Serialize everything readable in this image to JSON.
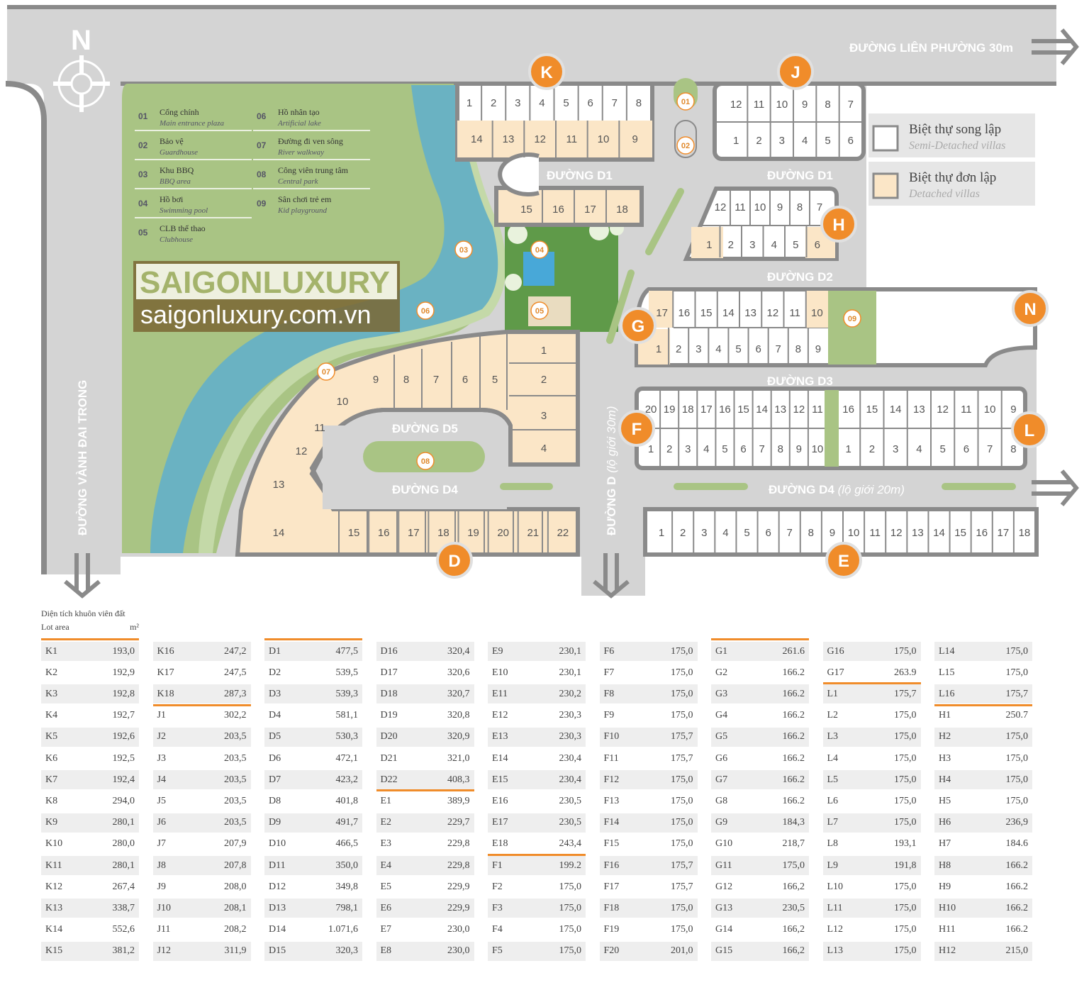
{
  "north_label": "N",
  "roads": {
    "top": "ĐƯỜNG LIÊN PHƯỜNG 30m",
    "left": "ĐƯỜNG VÀNH ĐAI TRONG",
    "d_main": "ĐƯỜNG D",
    "d_main_note": "(lộ giới 30m)",
    "d1_left": "ĐƯỜNG D1",
    "d1_right": "ĐƯỜNG D1",
    "d2": "ĐƯỜNG D2",
    "d3": "ĐƯỜNG D3",
    "d4_left": "ĐƯỜNG D4",
    "d4_right": "ĐƯỜNG D4",
    "d4_right_note": "(lộ giới 20m)",
    "d5": "ĐƯỜNG D5"
  },
  "watermark": {
    "brand": "SAIGONLUXURY",
    "url": "saigonluxury.com.vn"
  },
  "amenities": [
    {
      "num": "01",
      "vn": "Cổng chính",
      "en": "Main entrance plaza"
    },
    {
      "num": "02",
      "vn": "Bảo vệ",
      "en": "Guardhouse"
    },
    {
      "num": "03",
      "vn": "Khu BBQ",
      "en": "BBQ area"
    },
    {
      "num": "04",
      "vn": "Hồ bơi",
      "en": "Swimming pool"
    },
    {
      "num": "05",
      "vn": "CLB thể thao",
      "en": "Clubhouse"
    },
    {
      "num": "06",
      "vn": "Hồ nhân tạo",
      "en": "Artificial lake"
    },
    {
      "num": "07",
      "vn": "Đường đi ven sông",
      "en": "River walkway"
    },
    {
      "num": "08",
      "vn": "Công viên trung tâm",
      "en": "Central park"
    },
    {
      "num": "09",
      "vn": "Sân chơi trẻ em",
      "en": "Kid playground"
    }
  ],
  "villa_key": {
    "semi": {
      "vn": "Biệt thự song lập",
      "en": "Semi-Detached villas",
      "color": "#ffffff"
    },
    "detached": {
      "vn": "Biệt thự đơn lập",
      "en": "Detached villas",
      "color": "#fbe6c7"
    }
  },
  "blocks": [
    "K",
    "J",
    "H",
    "G",
    "N",
    "F",
    "L",
    "D",
    "E"
  ],
  "colors": {
    "road": "#d4d4d4",
    "outline": "#8a8a8a",
    "lake": "#6ab2c2",
    "park": "#a9c484",
    "orange": "#f08c2a",
    "detached": "#fbe6c7"
  },
  "lot_numbers": {
    "k_top": [
      "1",
      "2",
      "3",
      "4",
      "5",
      "6",
      "7",
      "8"
    ],
    "k_mid": [
      "14",
      "13",
      "12",
      "11",
      "10",
      "9"
    ],
    "k_low": [
      "15",
      "16",
      "17",
      "18"
    ],
    "j_top": [
      "12",
      "11",
      "10",
      "9",
      "8",
      "7"
    ],
    "j_bot": [
      "1",
      "2",
      "3",
      "4",
      "5",
      "6"
    ],
    "h_top": [
      "12",
      "11",
      "10",
      "9",
      "8",
      "7"
    ],
    "h_bot": [
      "1",
      "2",
      "3",
      "4",
      "5",
      "6"
    ],
    "g_top": [
      "17",
      "16",
      "15",
      "14",
      "13",
      "12",
      "11",
      "10"
    ],
    "g_bot": [
      "1",
      "2",
      "3",
      "4",
      "5",
      "6",
      "7",
      "8",
      "9"
    ],
    "f_top": [
      "20",
      "19",
      "18",
      "17",
      "16",
      "15",
      "14",
      "13",
      "12",
      "11"
    ],
    "f_bot": [
      "1",
      "2",
      "3",
      "4",
      "5",
      "6",
      "7",
      "8",
      "9",
      "10"
    ],
    "l_top": [
      "16",
      "15",
      "14",
      "13",
      "12",
      "11",
      "10",
      "9"
    ],
    "l_bot": [
      "1",
      "2",
      "3",
      "4",
      "5",
      "6",
      "7",
      "8"
    ],
    "d_bot": [
      "15",
      "16",
      "17",
      "18",
      "19",
      "20",
      "21",
      "22"
    ],
    "d_mid": [
      "9",
      "8",
      "7",
      "6",
      "5"
    ],
    "d_right": [
      "1",
      "2",
      "3",
      "4"
    ],
    "d_left": [
      "10",
      "11",
      "12",
      "13",
      "14"
    ],
    "e_row": [
      "1",
      "2",
      "3",
      "4",
      "5",
      "6",
      "7",
      "8",
      "9",
      "10",
      "11",
      "12",
      "13",
      "14",
      "15",
      "16",
      "17",
      "18"
    ]
  },
  "area_table": {
    "title": "Diện tích khuôn viên đất",
    "subtitle": "Lot area",
    "unit": "m²",
    "columns": [
      [
        [
          "K1",
          "193,0"
        ],
        [
          "K2",
          "192,9"
        ],
        [
          "K3",
          "192,8"
        ],
        [
          "K4",
          "192,7"
        ],
        [
          "K5",
          "192,6"
        ],
        [
          "K6",
          "192,5"
        ],
        [
          "K7",
          "192,4"
        ],
        [
          "K8",
          "294,0"
        ],
        [
          "K9",
          "280,1"
        ],
        [
          "K10",
          "280,0"
        ],
        [
          "K11",
          "280,1"
        ],
        [
          "K12",
          "267,4"
        ],
        [
          "K13",
          "338,7"
        ],
        [
          "K14",
          "552,6"
        ],
        [
          "K15",
          "381,2"
        ]
      ],
      [
        [
          "K16",
          "247,2"
        ],
        [
          "K17",
          "247,5"
        ],
        [
          "K18",
          "287,3"
        ],
        "|",
        [
          "J1",
          "302,2"
        ],
        [
          "J2",
          "203,5"
        ],
        [
          "J3",
          "203,5"
        ],
        [
          "J4",
          "203,5"
        ],
        [
          "J5",
          "203,5"
        ],
        [
          "J6",
          "203,5"
        ],
        [
          "J7",
          "207,9"
        ],
        [
          "J8",
          "207,8"
        ],
        [
          "J9",
          "208,0"
        ],
        [
          "J10",
          "208,1"
        ],
        [
          "J11",
          "208,2"
        ],
        [
          "J12",
          "311,9"
        ]
      ],
      [
        [
          "D1",
          "477,5"
        ],
        [
          "D2",
          "539,5"
        ],
        [
          "D3",
          "539,3"
        ],
        [
          "D4",
          "581,1"
        ],
        [
          "D5",
          "530,3"
        ],
        [
          "D6",
          "472,1"
        ],
        [
          "D7",
          "423,2"
        ],
        [
          "D8",
          "401,8"
        ],
        [
          "D9",
          "491,7"
        ],
        [
          "D10",
          "466,5"
        ],
        [
          "D11",
          "350,0"
        ],
        [
          "D12",
          "349,8"
        ],
        [
          "D13",
          "798,1"
        ],
        [
          "D14",
          "1.071,6"
        ],
        [
          "D15",
          "320,3"
        ]
      ],
      [
        [
          "D16",
          "320,4"
        ],
        [
          "D17",
          "320,6"
        ],
        [
          "D18",
          "320,7"
        ],
        [
          "D19",
          "320,8"
        ],
        [
          "D20",
          "320,9"
        ],
        [
          "D21",
          "321,0"
        ],
        [
          "D22",
          "408,3"
        ],
        "|",
        [
          "E1",
          "389,9"
        ],
        [
          "E2",
          "229,7"
        ],
        [
          "E3",
          "229,8"
        ],
        [
          "E4",
          "229,8"
        ],
        [
          "E5",
          "229,9"
        ],
        [
          "E6",
          "229,9"
        ],
        [
          "E7",
          "230,0"
        ],
        [
          "E8",
          "230,0"
        ]
      ],
      [
        [
          "E9",
          "230,1"
        ],
        [
          "E10",
          "230,1"
        ],
        [
          "E11",
          "230,2"
        ],
        [
          "E12",
          "230,3"
        ],
        [
          "E13",
          "230,3"
        ],
        [
          "E14",
          "230,4"
        ],
        [
          "E15",
          "230,4"
        ],
        [
          "E16",
          "230,5"
        ],
        [
          "E17",
          "230,5"
        ],
        [
          "E18",
          "243,4"
        ],
        "|",
        [
          "F1",
          "199.2"
        ],
        [
          "F2",
          "175,0"
        ],
        [
          "F3",
          "175,0"
        ],
        [
          "F4",
          "175,0"
        ],
        [
          "F5",
          "175,0"
        ]
      ],
      [
        [
          "F6",
          "175,0"
        ],
        [
          "F7",
          "175,0"
        ],
        [
          "F8",
          "175,0"
        ],
        [
          "F9",
          "175,0"
        ],
        [
          "F10",
          "175,7"
        ],
        [
          "F11",
          "175,7"
        ],
        [
          "F12",
          "175,0"
        ],
        [
          "F13",
          "175,0"
        ],
        [
          "F14",
          "175,0"
        ],
        [
          "F15",
          "175,0"
        ],
        [
          "F16",
          "175,7"
        ],
        [
          "F17",
          "175,7"
        ],
        [
          "F18",
          "175,0"
        ],
        [
          "F19",
          "175,0"
        ],
        [
          "F20",
          "201,0"
        ]
      ],
      [
        [
          "G1",
          "261.6"
        ],
        [
          "G2",
          "166.2"
        ],
        [
          "G3",
          "166.2"
        ],
        [
          "G4",
          "166.2"
        ],
        [
          "G5",
          "166.2"
        ],
        [
          "G6",
          "166.2"
        ],
        [
          "G7",
          "166.2"
        ],
        [
          "G8",
          "166.2"
        ],
        [
          "G9",
          "184,3"
        ],
        [
          "G10",
          "218,7"
        ],
        [
          "G11",
          "175,0"
        ],
        [
          "G12",
          "166,2"
        ],
        [
          "G13",
          "230,5"
        ],
        [
          "G14",
          "166,2"
        ],
        [
          "G15",
          "166,2"
        ]
      ],
      [
        [
          "G16",
          "175,0"
        ],
        [
          "G17",
          "263.9"
        ],
        "|",
        [
          "L1",
          "175,7"
        ],
        [
          "L2",
          "175,0"
        ],
        [
          "L3",
          "175,0"
        ],
        [
          "L4",
          "175,0"
        ],
        [
          "L5",
          "175,0"
        ],
        [
          "L6",
          "175,0"
        ],
        [
          "L7",
          "175,0"
        ],
        [
          "L8",
          "193,1"
        ],
        [
          "L9",
          "191,8"
        ],
        [
          "L10",
          "175,0"
        ],
        [
          "L11",
          "175,0"
        ],
        [
          "L12",
          "175,0"
        ],
        [
          "L13",
          "175,0"
        ]
      ],
      [
        [
          "L14",
          "175,0"
        ],
        [
          "L15",
          "175,0"
        ],
        [
          "L16",
          "175,7"
        ],
        "|",
        [
          "H1",
          "250.7"
        ],
        [
          "H2",
          "175,0"
        ],
        [
          "H3",
          "175,0"
        ],
        [
          "H4",
          "175,0"
        ],
        [
          "H5",
          "175,0"
        ],
        [
          "H6",
          "236,9"
        ],
        [
          "H7",
          "184.6"
        ],
        [
          "H8",
          "166.2"
        ],
        [
          "H9",
          "166.2"
        ],
        [
          "H10",
          "166.2"
        ],
        [
          "H11",
          "166.2"
        ],
        [
          "H12",
          "215,0"
        ]
      ]
    ],
    "top_rule_columns": [
      0,
      2,
      6
    ]
  }
}
